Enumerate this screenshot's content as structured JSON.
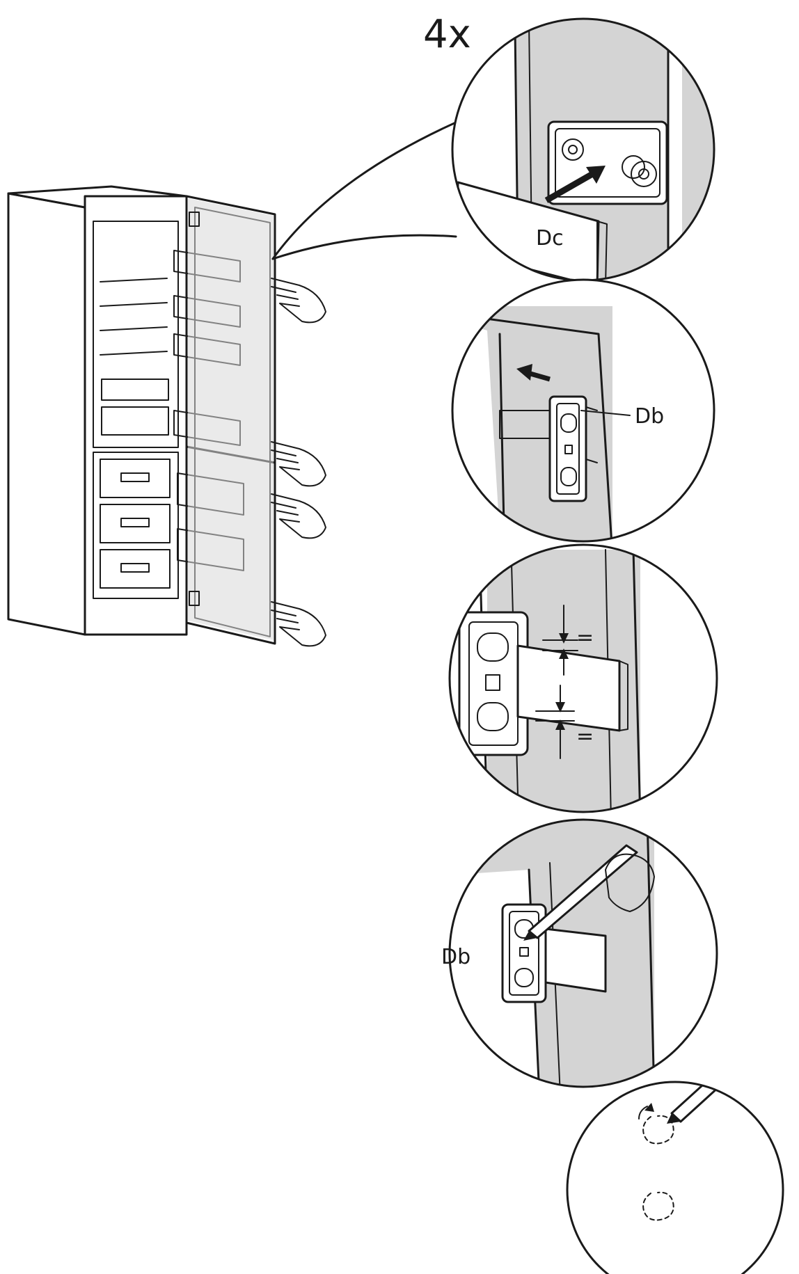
{
  "labels": {
    "count": "4x",
    "detail1_part": "Dc",
    "detail2_part": "Db",
    "detail3_equal_top": "=",
    "detail3_equal_bottom": "=",
    "detail4_part": "Db"
  },
  "colors": {
    "line": "#1a1a1a",
    "shade": "#d4d4d4",
    "background": "#ffffff"
  }
}
